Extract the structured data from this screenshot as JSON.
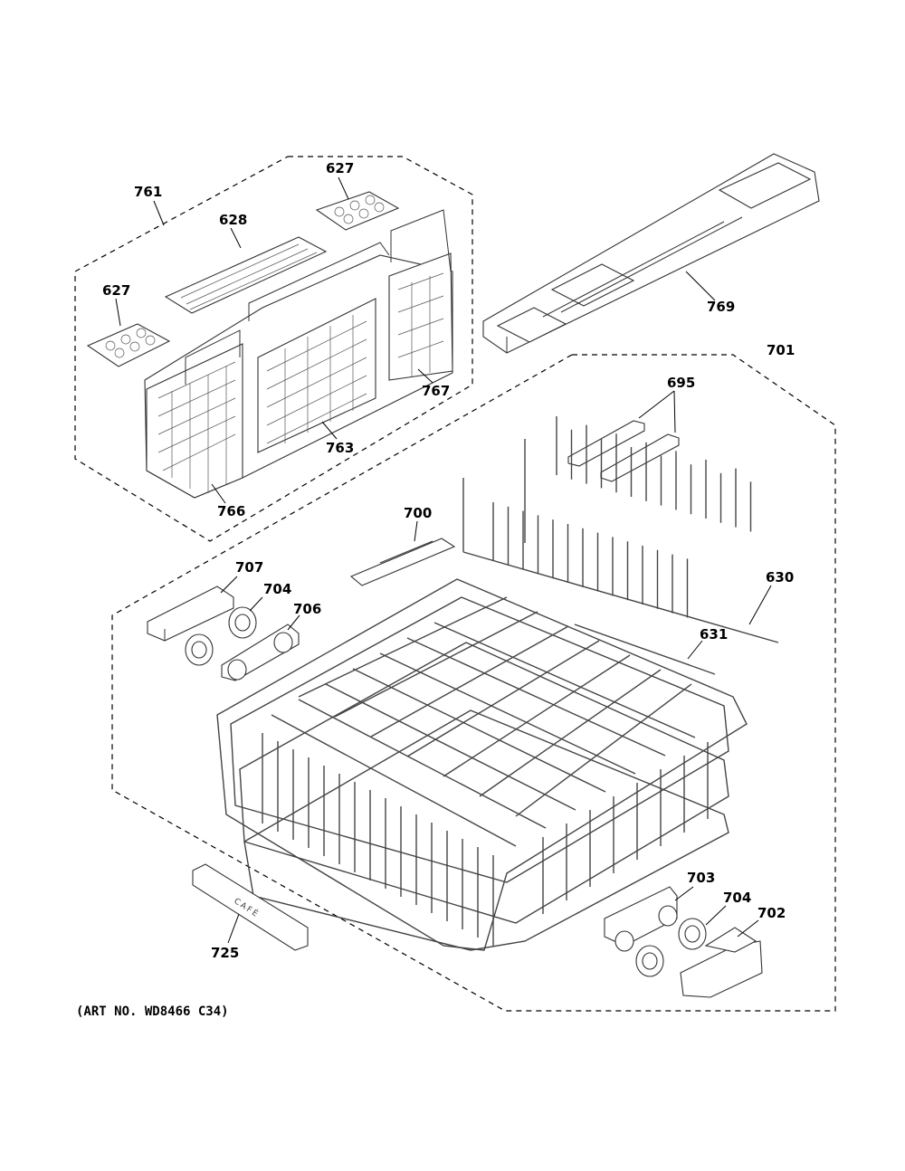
{
  "caption": "(ART NO. WD8466 C34)",
  "brand_mark": "CAFÉ",
  "callouts": {
    "c761": "761",
    "c627_top": "627",
    "c628": "628",
    "c627_left": "627",
    "c767": "767",
    "c763": "763",
    "c766": "766",
    "c769": "769",
    "c701": "701",
    "c695": "695",
    "c700": "700",
    "c707": "707",
    "c704_upper": "704",
    "c706": "706",
    "c630": "630",
    "c631": "631",
    "c703": "703",
    "c704_lower": "704",
    "c702": "702",
    "c725": "725"
  }
}
